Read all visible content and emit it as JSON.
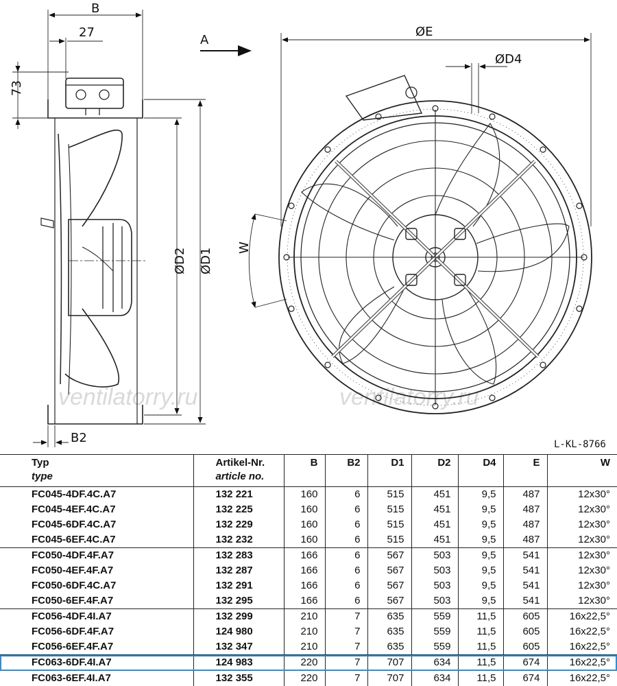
{
  "drawing": {
    "code": "L-KL-8766",
    "watermark": "ventilatorry.ru",
    "view_label": "A",
    "dimensions": {
      "b": "B",
      "b_27": "27",
      "b_73": "73",
      "b2": "B2",
      "d1": "ØD1",
      "d2": "ØD2",
      "e": "ØE",
      "d4": "ØD4",
      "w": "W"
    }
  },
  "table": {
    "headers": {
      "typ": "Typ",
      "type": "type",
      "artikel": "Artikel-Nr.",
      "article": "article no.",
      "b": "B",
      "b2": "B2",
      "d1": "D1",
      "d2": "D2",
      "d4": "D4",
      "e": "E",
      "w": "W"
    },
    "rows": [
      [
        "FC045-4DF.4C.A7",
        "132 221",
        "160",
        "6",
        "515",
        "451",
        "9,5",
        "487",
        "12x30°"
      ],
      [
        "FC045-4EF.4C.A7",
        "132 225",
        "160",
        "6",
        "515",
        "451",
        "9,5",
        "487",
        "12x30°"
      ],
      [
        "FC045-6DF.4C.A7",
        "132 229",
        "160",
        "6",
        "515",
        "451",
        "9,5",
        "487",
        "12x30°"
      ],
      [
        "FC045-6EF.4C.A7",
        "132 232",
        "160",
        "6",
        "515",
        "451",
        "9,5",
        "487",
        "12x30°"
      ],
      [
        "FC050-4DF.4F.A7",
        "132 283",
        "166",
        "6",
        "567",
        "503",
        "9,5",
        "541",
        "12x30°"
      ],
      [
        "FC050-4EF.4F.A7",
        "132 287",
        "166",
        "6",
        "567",
        "503",
        "9,5",
        "541",
        "12x30°"
      ],
      [
        "FC050-6DF.4C.A7",
        "132 291",
        "166",
        "6",
        "567",
        "503",
        "9,5",
        "541",
        "12x30°"
      ],
      [
        "FC050-6EF.4F.A7",
        "132 295",
        "166",
        "6",
        "567",
        "503",
        "9,5",
        "541",
        "12x30°"
      ],
      [
        "FC056-4DF.4I.A7",
        "132 299",
        "210",
        "7",
        "635",
        "559",
        "11,5",
        "605",
        "16x22,5°"
      ],
      [
        "FC056-6DF.4F.A7",
        "124 980",
        "210",
        "7",
        "635",
        "559",
        "11,5",
        "605",
        "16x22,5°"
      ],
      [
        "FC056-6EF.4F.A7",
        "132 347",
        "210",
        "7",
        "635",
        "559",
        "11,5",
        "605",
        "16x22,5°"
      ],
      [
        "FC063-6DF.4I.A7",
        "124 983",
        "220",
        "7",
        "707",
        "634",
        "11,5",
        "674",
        "16x22,5°"
      ],
      [
        "FC063-6EF.4I.A7",
        "132 355",
        "220",
        "7",
        "707",
        "634",
        "11,5",
        "674",
        "16x22,5°"
      ]
    ],
    "group_ends": [
      3,
      7,
      10,
      11
    ],
    "selected_row": 11,
    "selection_color": "#2a8fd6"
  }
}
